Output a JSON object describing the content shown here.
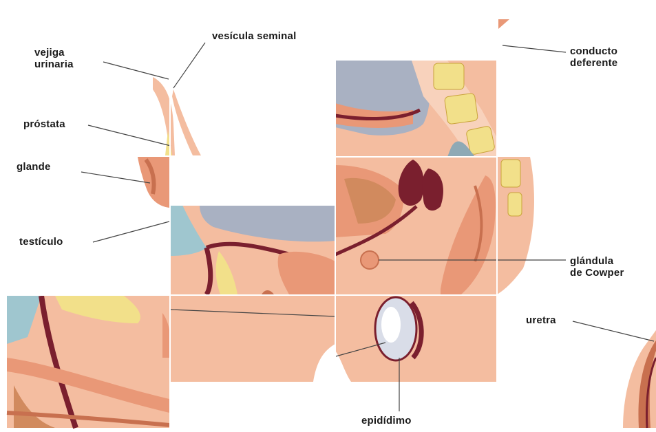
{
  "puzzle": {
    "labels": {
      "vejiga": "vejiga\nurinaria",
      "vesicula": "vesícula seminal",
      "conducto": "conducto\ndeferente",
      "prostata": "próstata",
      "glande": "glande",
      "testiculo": "testículo",
      "cowper": "glándula\nde Cowper",
      "uretra": "uretra",
      "epididimo": "epidídimo"
    },
    "colors": {
      "skin": "#f4bda0",
      "skin_light": "#f8d2bc",
      "tissue": "#e99877",
      "tissue_dark": "#c8704f",
      "bladder_gray": "#a9b1c2",
      "bone": "#f2e08a",
      "bone_dots": "#c9a23a",
      "duct": "#7a1f2e",
      "teal": "#9fc6cf",
      "testicle": "#d9dde8"
    }
  }
}
